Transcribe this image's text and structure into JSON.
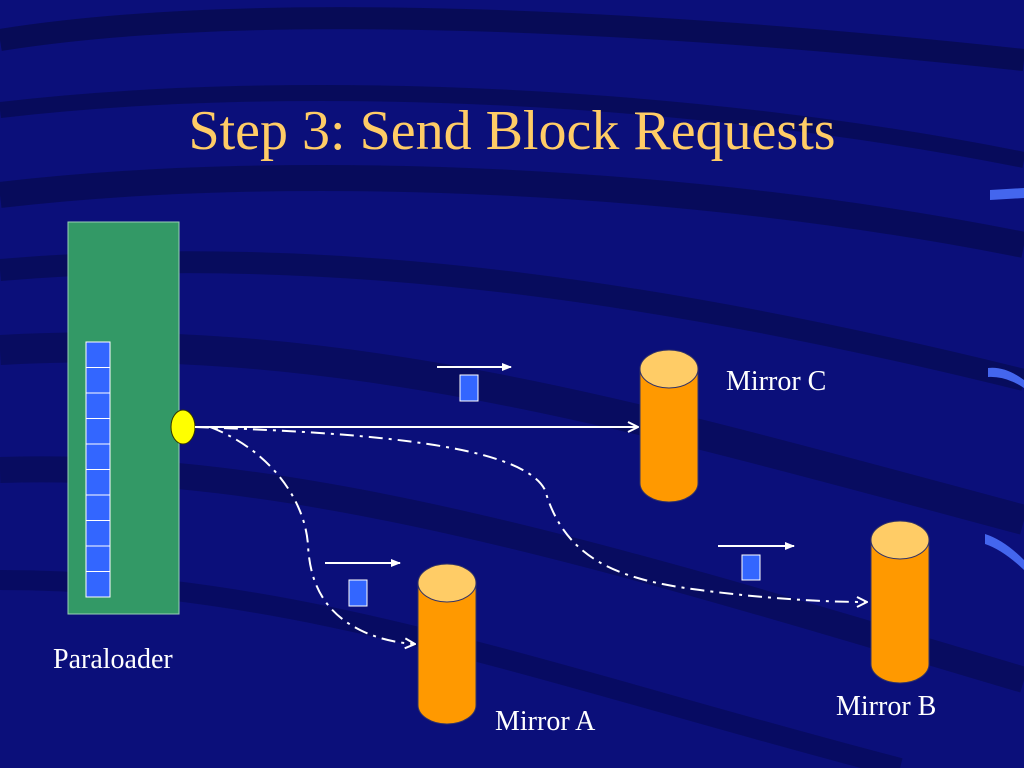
{
  "slide": {
    "title": "Step 3: Send Block Requests",
    "colors": {
      "background": "#0b0f7a",
      "title": "#ffcc66",
      "client_box": "#339966",
      "block": "#3366ff",
      "connector_dot": "#ffff00",
      "mirror": "#ff9900",
      "mirror_top": "#ffcc66",
      "lines": "#ffffff"
    }
  },
  "diagram": {
    "client": {
      "label": "Paraloader",
      "queued_blocks": 10
    },
    "mirrors": [
      {
        "id": "mirror-c",
        "label": "Mirror C",
        "link": "solid"
      },
      {
        "id": "mirror-b",
        "label": "Mirror B",
        "link": "dash-dot"
      },
      {
        "id": "mirror-a",
        "label": "Mirror A",
        "link": "dash-dot"
      }
    ]
  }
}
